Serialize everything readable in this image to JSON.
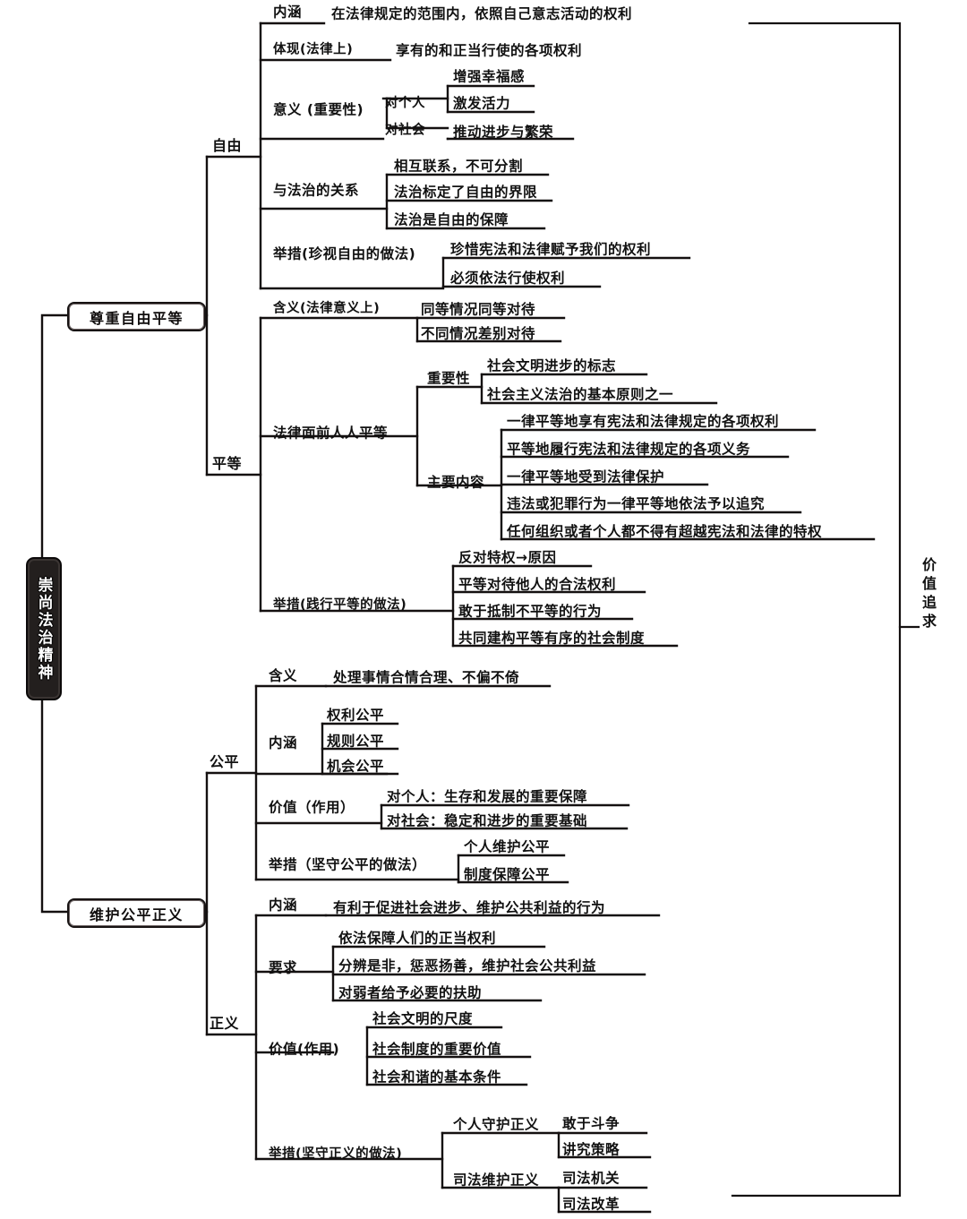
{
  "diagram": {
    "title": "崇尚法治精神",
    "type": "mindmap",
    "root": "崇尚法治精神",
    "right_caption": "价值追求",
    "branches": [
      "尊重自由平等",
      "维护公平正义"
    ],
    "ink_color": "#111111",
    "root_fill": "#231f1e",
    "root_text_color": "#ffffff"
  },
  "nodes": {
    "b1": "尊重自由平等",
    "b2": "维护公平正义",
    "freedom": "自由",
    "f_meaning": "内涵",
    "f_meaning_leaf": "在法律规定的范围内，依照自己意志活动的权利",
    "f_embody": "体现(法律上)",
    "f_embody_leaf": "享有的和正当行使的各项权利",
    "f_signif": "意义 (重要性)",
    "f_person": "对个人",
    "f_person_l1": "增强幸福感",
    "f_person_l2": "激发活力",
    "f_society": "对社会",
    "f_society_l1": "推动进步与繁荣",
    "f_rel": "与法治的关系",
    "f_rel_l1": "相互联系，不可分割",
    "f_rel_l2": "法治标定了自由的界限",
    "f_rel_l3": "法治是自由的保障",
    "f_act": "举措(珍视自由的做法)",
    "f_act_l1": "珍惜宪法和法律赋予我们的权利",
    "f_act_l2": "必须依法行使权利",
    "equality": "平等",
    "e_meaning": "含义(法律意义上)",
    "e_meaning_l1": "同等情况同等对待",
    "e_meaning_l2": "不同情况差别对待",
    "e_law": "法律面前人人平等",
    "e_import": "重要性",
    "e_import_l1": "社会文明进步的标志",
    "e_import_l2": "社会主义法治的基本原则之一",
    "e_content": "主要内容",
    "e_content_l1": "一律平等地享有宪法和法律规定的各项权利",
    "e_content_l2": "平等地履行宪法和法律规定的各项义务",
    "e_content_l3": "一律平等地受到法律保护",
    "e_content_l4": "违法或犯罪行为一律平等地依法予以追究",
    "e_content_l5": "任何组织或者个人都不得有超越宪法和法律的特权",
    "e_act": "举措(践行平等的做法)",
    "e_act_l1": "反对特权→原因",
    "e_act_l2": "平等对待他人的合法权利",
    "e_act_l3": "敢于抵制不平等的行为",
    "e_act_l4": "共同建构平等有序的社会制度",
    "fairness": "公平",
    "fa_meaning": "含义",
    "fa_meaning_l1": "处理事情合情合理、不偏不倚",
    "fa_conn": "内涵",
    "fa_conn_l1": "权利公平",
    "fa_conn_l2": "规则公平",
    "fa_conn_l3": "机会公平",
    "fa_value": "价值（作用）",
    "fa_value_l1": "对个人：生存和发展的重要保障",
    "fa_value_l2": "对社会：稳定和进步的重要基础",
    "fa_act": "举措（坚守公平的做法）",
    "fa_act_l1": "个人维护公平",
    "fa_act_l2": "制度保障公平",
    "justice": "正义",
    "j_conn": "内涵",
    "j_conn_l1": "有利于促进社会进步、维护公共利益的行为",
    "j_req": "要求",
    "j_req_l1": "依法保障人们的正当权利",
    "j_req_l2": "分辨是非，惩恶扬善，维护社会公共利益",
    "j_req_l3": "对弱者给予必要的扶助",
    "j_value": "价值(作用)",
    "j_value_l1": "社会文明的尺度",
    "j_value_l2": "社会制度的重要价值",
    "j_value_l3": "社会和谐的基本条件",
    "j_act": "举措(坚守正义的做法)",
    "j_person": "个人守护正义",
    "j_person_l1": "敢于斗争",
    "j_person_l2": "讲究策略",
    "j_judicial": "司法维护正义",
    "j_judicial_l1": "司法机关",
    "j_judicial_l2": "司法改革"
  }
}
